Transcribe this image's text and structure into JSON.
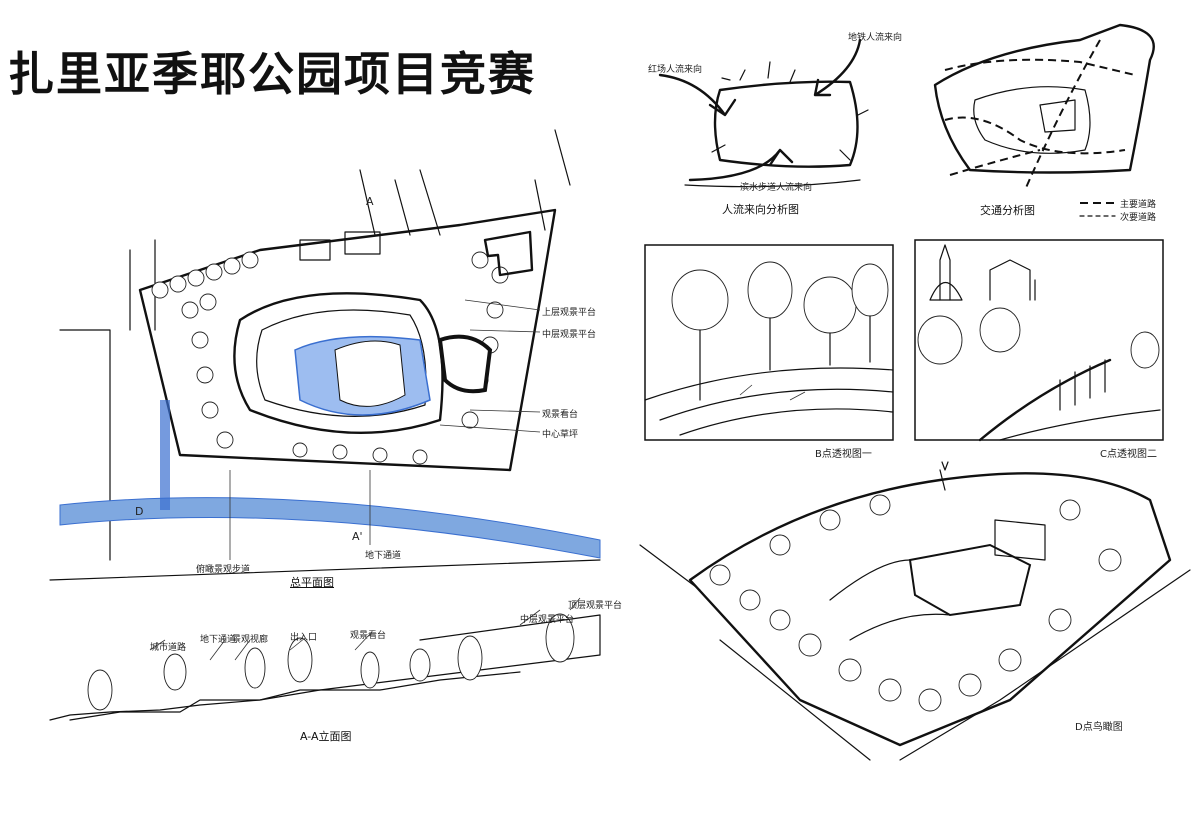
{
  "title": "扎里亚季耶公园项目竞赛",
  "colors": {
    "water": "#7fa8e0",
    "water_dark": "#3a6fd0",
    "ink": "#111111"
  },
  "plan": {
    "caption": "总平面图",
    "labels": {
      "a_top": "A",
      "a_bottom": "A'",
      "d_mark": "D",
      "upper_platform": "上层观景平台",
      "middle_platform": "中层观景平台",
      "viewing_steps": "观景看台",
      "central_lawn": "中心草坪",
      "overlook_walk": "俯瞰景观步道",
      "underground": "地下通道"
    }
  },
  "section": {
    "caption": "A-A立面图",
    "labels": {
      "city_road": "城市道路",
      "underpass": "地下通道",
      "vista_corridor": "景观视廊",
      "entry_plaza": "出入口",
      "viewing_steps": "观景看台",
      "middle_platform": "中层观景平台",
      "upper_platform": "顶层观景平台"
    }
  },
  "flow": {
    "caption": "人流来向分析图",
    "labels": {
      "red_square": "红场人流来向",
      "metro": "地铁人流来向",
      "riverside": "滨水步道人流来向"
    }
  },
  "traffic": {
    "caption": "交通分析图",
    "legend": {
      "main": "主要道路",
      "secondary": "次要道路"
    }
  },
  "view_b": {
    "caption": "B点透视图一"
  },
  "view_c": {
    "caption": "C点透视图二"
  },
  "aerial": {
    "caption": "D点鸟瞰图"
  }
}
